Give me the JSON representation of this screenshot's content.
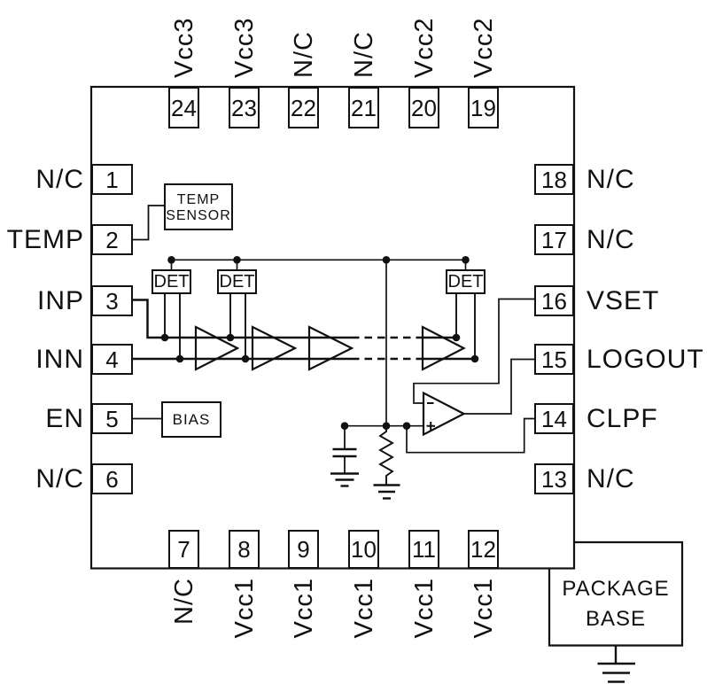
{
  "diagram": {
    "background": "#ffffff",
    "line_color": "#111111",
    "description": "24-pin logarithmic amplifier functional block diagram"
  },
  "pins": {
    "top": [
      {
        "number": "24",
        "label": "Vcc3"
      },
      {
        "number": "23",
        "label": "Vcc3"
      },
      {
        "number": "22",
        "label": "N/C"
      },
      {
        "number": "21",
        "label": "N/C"
      },
      {
        "number": "20",
        "label": "Vcc2"
      },
      {
        "number": "19",
        "label": "Vcc2"
      }
    ],
    "bottom": [
      {
        "number": "7",
        "label": "N/C"
      },
      {
        "number": "8",
        "label": "Vcc1"
      },
      {
        "number": "9",
        "label": "Vcc1"
      },
      {
        "number": "10",
        "label": "Vcc1"
      },
      {
        "number": "11",
        "label": "Vcc1"
      },
      {
        "number": "12",
        "label": "Vcc1"
      }
    ],
    "left": [
      {
        "number": "1",
        "label": "N/C"
      },
      {
        "number": "2",
        "label": "TEMP"
      },
      {
        "number": "3",
        "label": "INP"
      },
      {
        "number": "4",
        "label": "INN"
      },
      {
        "number": "5",
        "label": "EN"
      },
      {
        "number": "6",
        "label": "N/C"
      }
    ],
    "right": [
      {
        "number": "18",
        "label": "N/C"
      },
      {
        "number": "17",
        "label": "N/C"
      },
      {
        "number": "16",
        "label": "VSET"
      },
      {
        "number": "15",
        "label": "LOGOUT"
      },
      {
        "number": "14",
        "label": "CLPF"
      },
      {
        "number": "13",
        "label": "N/C"
      }
    ]
  },
  "blocks": {
    "temp_sensor": {
      "line1": "TEMP",
      "line2": "SENSOR"
    },
    "det": "DET",
    "bias": "BIAS",
    "package_base": {
      "line1": "PACKAGE",
      "line2": "BASE"
    },
    "opamp_minus": "-",
    "opamp_plus": "+"
  }
}
